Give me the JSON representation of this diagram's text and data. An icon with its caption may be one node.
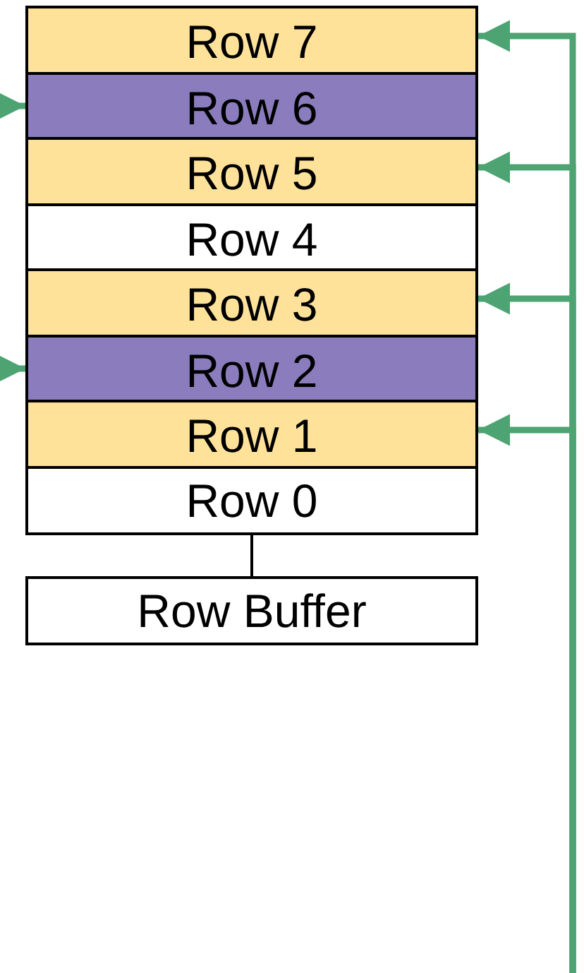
{
  "diagram": {
    "nodes": [
      {
        "text": [
          "Row 7"
        ]
      },
      {
        "text": [
          "Row 6"
        ]
      },
      {
        "text": [
          "Row 5"
        ]
      },
      {
        "text": [
          "Row 4"
        ]
      },
      {
        "text": [
          "Row 3"
        ]
      },
      {
        "text": [
          "Row 2"
        ]
      },
      {
        "text": [
          "Row 1"
        ]
      },
      {
        "text": [
          "Row 0"
        ]
      },
      {
        "text": [
          "Row Buffer"
        ]
      }
    ],
    "edges": [
      {
        "from": 7,
        "to": 8,
        "arrow": "none",
        "color": "#000000"
      },
      {
        "from": null,
        "to": 1,
        "arrow": "to"
      },
      {
        "from": null,
        "to": 5,
        "arrow": "to"
      },
      {
        "from": null,
        "to": 0,
        "arrow": "to"
      },
      {
        "from": null,
        "to": 2,
        "arrow": "to"
      },
      {
        "from": null,
        "to": 4,
        "arrow": "to"
      },
      {
        "from": null,
        "to": 6,
        "arrow": "to"
      }
    ]
  }
}
